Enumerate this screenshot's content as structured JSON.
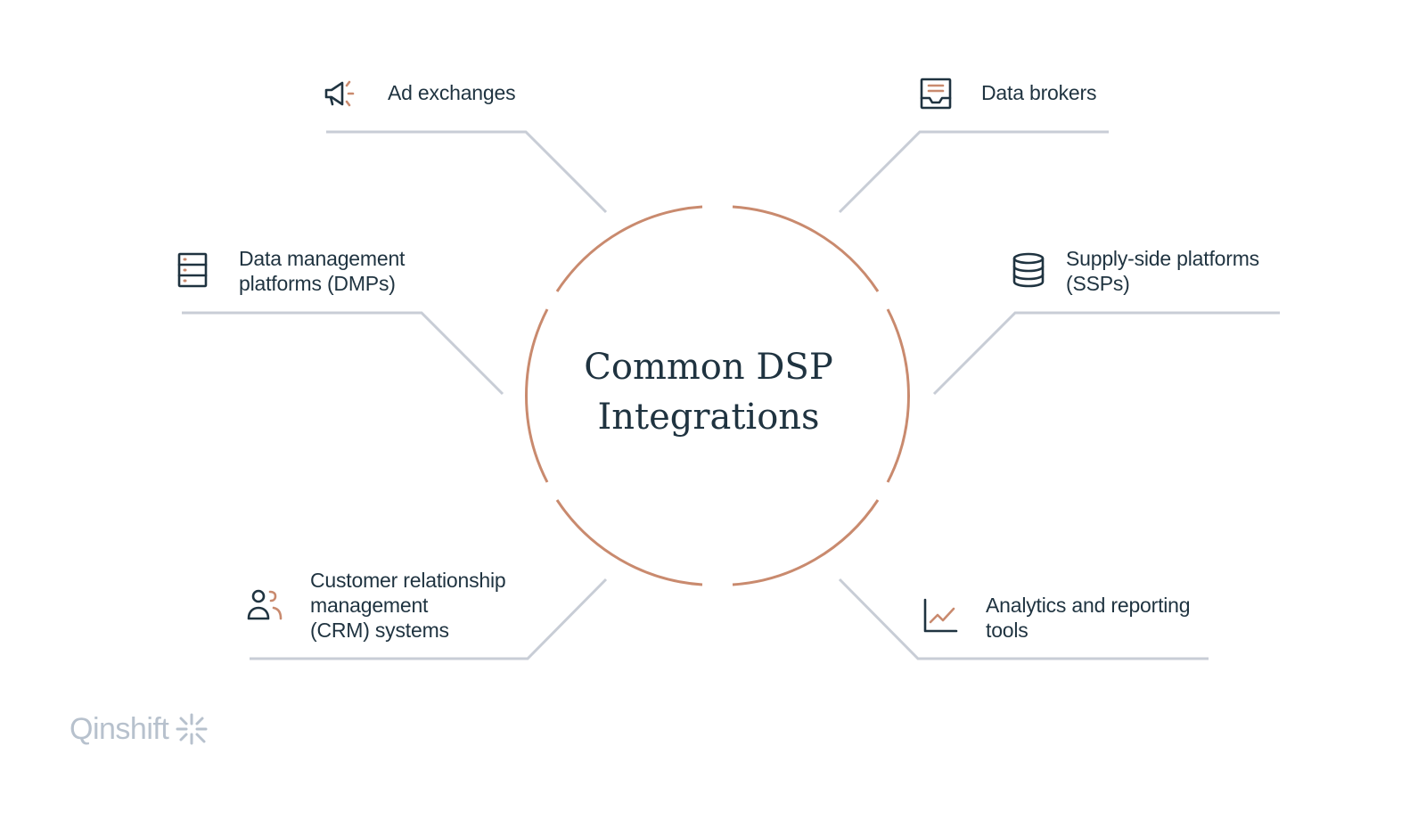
{
  "title": {
    "line1": "Common DSP",
    "line2": "Integrations"
  },
  "items": [
    {
      "lines": [
        "Ad exchanges"
      ],
      "icon": "megaphone-icon"
    },
    {
      "lines": [
        "Data brokers"
      ],
      "icon": "inbox-tray-icon"
    },
    {
      "lines": [
        "Data management",
        "platforms (DMPs)"
      ],
      "icon": "server-rack-icon"
    },
    {
      "lines": [
        "Supply-side platforms",
        "(SSPs)"
      ],
      "icon": "database-icon"
    },
    {
      "lines": [
        "Customer relationship",
        "management",
        "(CRM) systems"
      ],
      "icon": "users-icon"
    },
    {
      "lines": [
        "Analytics and reporting",
        "tools"
      ],
      "icon": "line-chart-icon"
    }
  ],
  "logo": {
    "text": "Qinshift",
    "icon": "sparkle-burst-icon"
  },
  "colors": {
    "accent": "#c98a6e",
    "connector": "#c8cdd6",
    "text": "#1f3340",
    "logo": "#b7c1cd"
  }
}
